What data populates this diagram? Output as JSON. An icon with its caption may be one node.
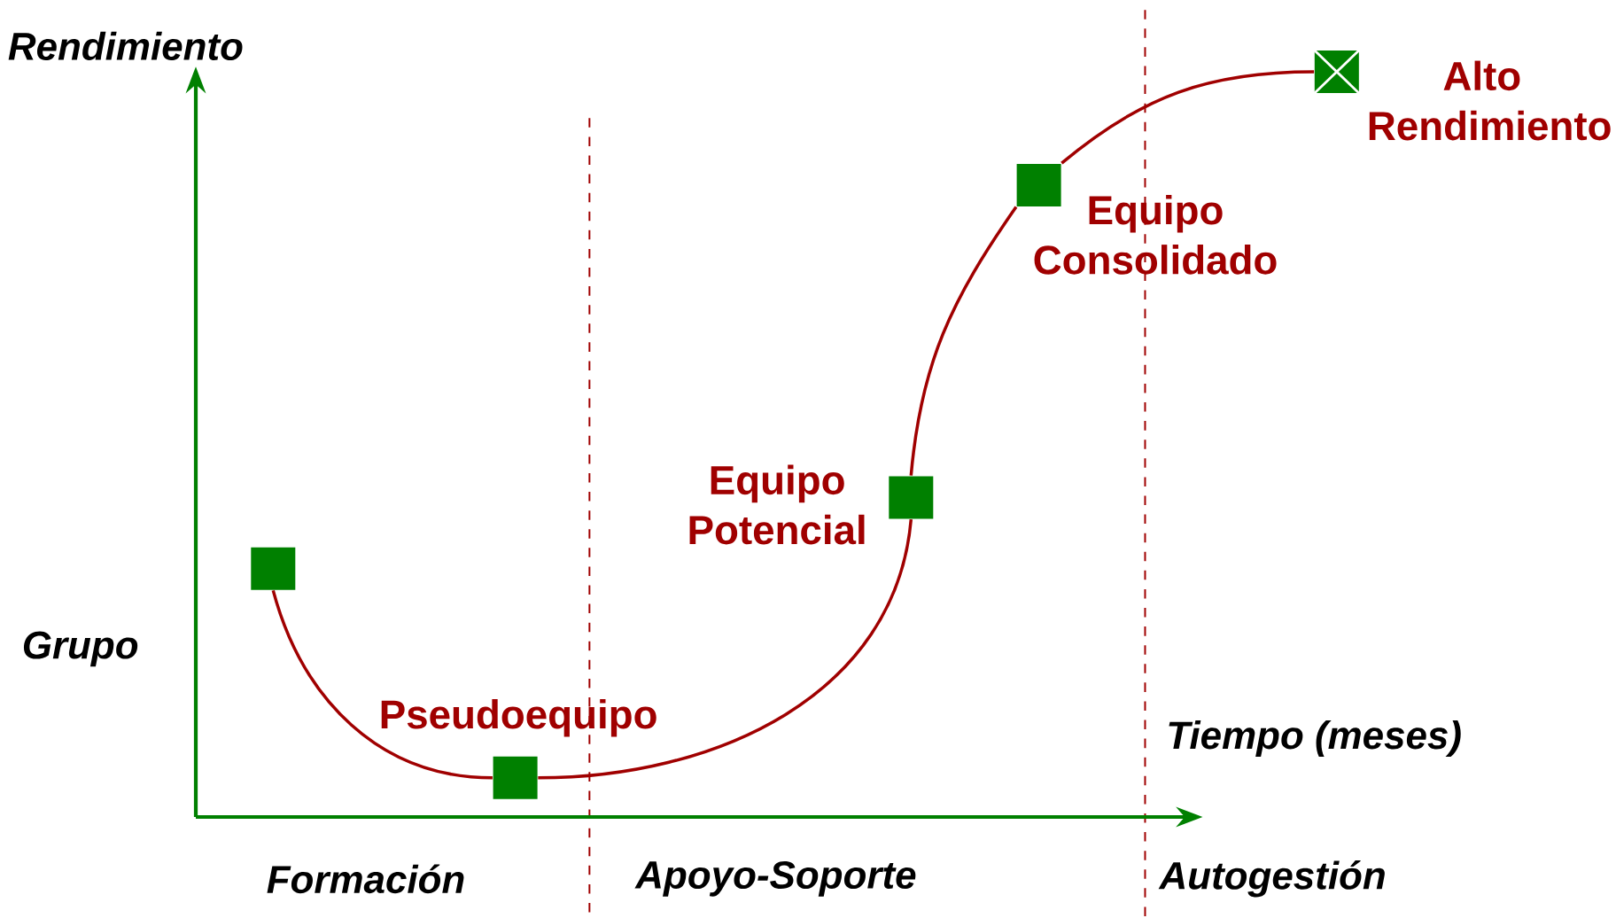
{
  "diagram": {
    "nodes": [
      {
        "text": [],
        "shape": "box"
      },
      {
        "text": [],
        "shape": "box",
        "beside": [
          "Pseudoequipo"
        ]
      },
      {
        "text": [],
        "shape": "box",
        "beside": [
          "Equipo Potencial"
        ]
      },
      {
        "text": [],
        "shape": "box",
        "beside": [
          "Equipo Consolidado"
        ]
      },
      {
        "text": [],
        "shape": "box",
        "beside": [
          "Alto Rendimiento"
        ]
      }
    ],
    "edges": [
      {
        "from": 0,
        "to": 1,
        "arrow": "none"
      },
      {
        "from": 1,
        "to": 2,
        "arrow": "none"
      },
      {
        "from": 2,
        "to": 3,
        "arrow": "none"
      },
      {
        "from": 3,
        "to": 4,
        "arrow": "none"
      }
    ],
    "labels": [
      "Rendimiento",
      "Grupo",
      "Tiempo (meses)",
      "Formación",
      "Apoyo-Soporte",
      "Autogestión"
    ]
  }
}
